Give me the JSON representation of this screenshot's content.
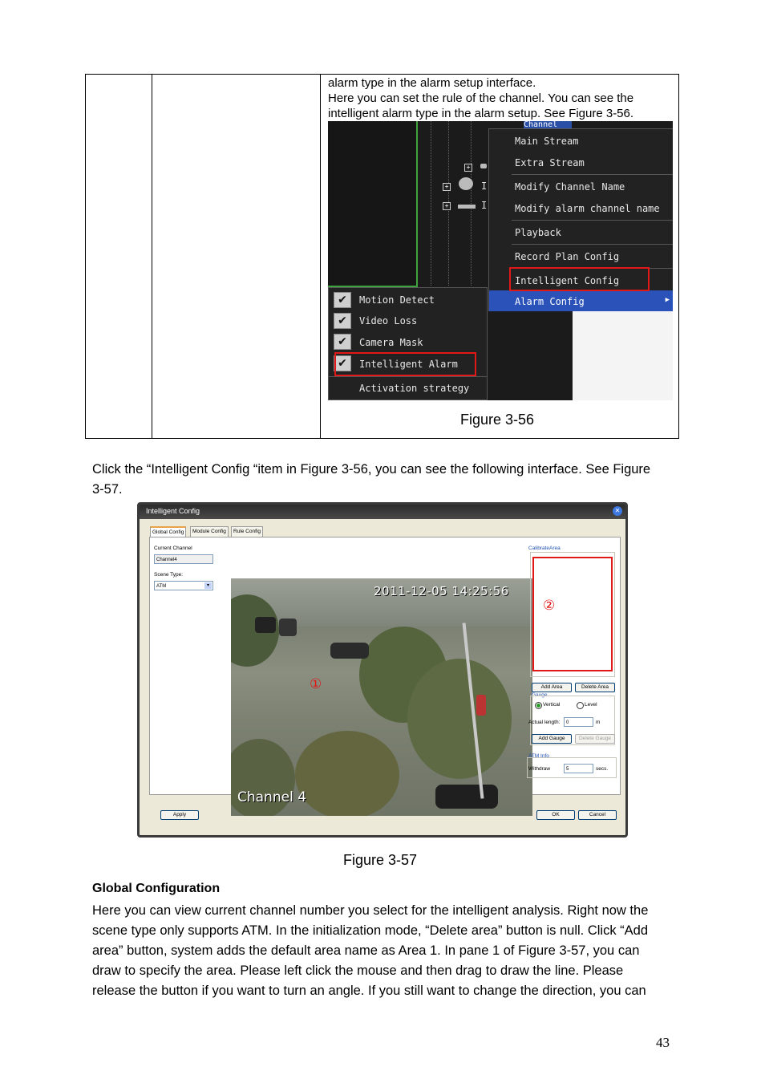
{
  "table_cell_text": [
    "alarm type in the alarm setup interface.",
    "Here you can set the rule of the channel. You can see the",
    "intelligent alarm type in the alarm setup. See Figure 3-56."
  ],
  "fig56": {
    "channel_label": "Channel",
    "tree_label_1": "I",
    "tree_label_2": "I'",
    "context_menu": [
      "Main Stream",
      "Extra Stream",
      "Modify Channel Name",
      "Modify alarm channel name",
      "Playback",
      "Record Plan Config",
      "Intelligent Config",
      "Alarm Config"
    ],
    "alarm_submenu": [
      "Motion Detect",
      "Video Loss",
      "Camera Mask",
      "Intelligent Alarm",
      "Activation strategy"
    ],
    "submenu_arrow": "▶",
    "check_glyph": "✔",
    "caption": "Figure 3-56"
  },
  "paragraph1": [
    "Click the “Intelligent Config “item in Figure 3-56, you can see the following interface. See Figure",
    "3-57."
  ],
  "fig57": {
    "title": "Intelligent Config",
    "close_glyph": "✕",
    "tabs": [
      "Global Config",
      "Module Config",
      "Rule Config"
    ],
    "current_channel_label": "Current Channel",
    "current_channel_value": "Channel4",
    "scene_type_label": "Scene Type:",
    "scene_type_value": "ATM",
    "dropdown_glyph": "▾",
    "osd_timestamp": "2011-12-05 14:25:56",
    "osd_channel": "Channel 4",
    "marker_1": "①",
    "marker_2": "②",
    "calibrate_area_label": "CalibrateArea",
    "add_area": "Add Area",
    "delete_area": "Delete Area",
    "gauge_label": "Gauge",
    "vertical": "Vertical",
    "level": "Level",
    "actual_length_label": "Actual length:",
    "actual_length_value": "0",
    "unit_m": "m",
    "add_gauge": "Add Gauge",
    "delete_gauge": "Delete Gauge",
    "atm_info_label": "ATM Info",
    "withdraw_label": "Withdraw",
    "withdraw_value": "5",
    "secs": "secs.",
    "apply": "Apply",
    "ok": "OK",
    "cancel": "Cancel",
    "caption": "Figure 3-57"
  },
  "section_heading": "Global Configuration",
  "paragraph2": [
    "Here you can view current channel number you select for the intelligent analysis. Right now the",
    "scene type only supports ATM. In the initialization mode, “Delete area” button is null. Click “Add",
    "area” button, system adds the default area name as Area 1. In pane 1 of Figure 3-57, you can",
    "draw to specify the area. Please left click the mouse and then drag to draw the line. Please",
    "release the button if you want to turn an angle. If you still want to change the direction, you can"
  ],
  "page_number": "43"
}
